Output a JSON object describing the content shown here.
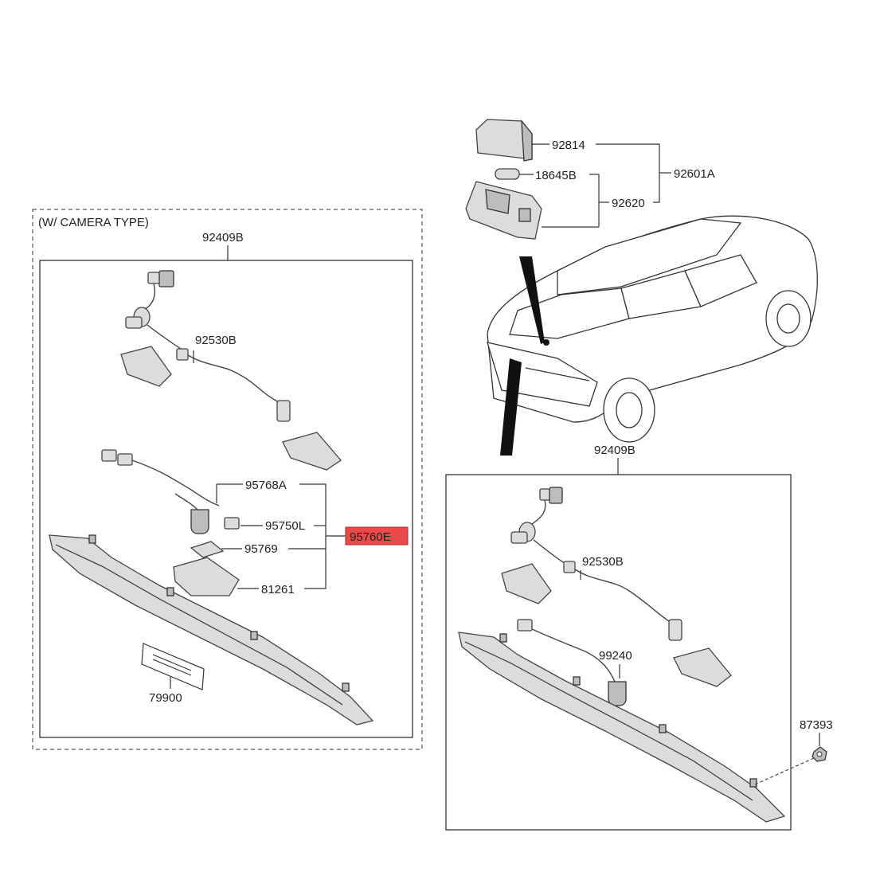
{
  "section_label": "(W/ CAMERA TYPE)",
  "left_panel": {
    "assembly": "92409B",
    "wire": "92530B",
    "camera_parts": [
      "95768A",
      "95750L",
      "95769",
      "81261"
    ],
    "camera_assembly": "95760E",
    "label_part": "79900"
  },
  "top_lamp": {
    "cover": "92814",
    "bulb": "18645B",
    "housing": "92620",
    "assembly": "92601A"
  },
  "right_panel": {
    "assembly": "92409B",
    "wire": "92530B",
    "camera": "99240",
    "nut": "87393"
  },
  "colors": {
    "highlight": "#e84a4a",
    "line": "#333333",
    "part_fill": "#dcdcdc"
  }
}
